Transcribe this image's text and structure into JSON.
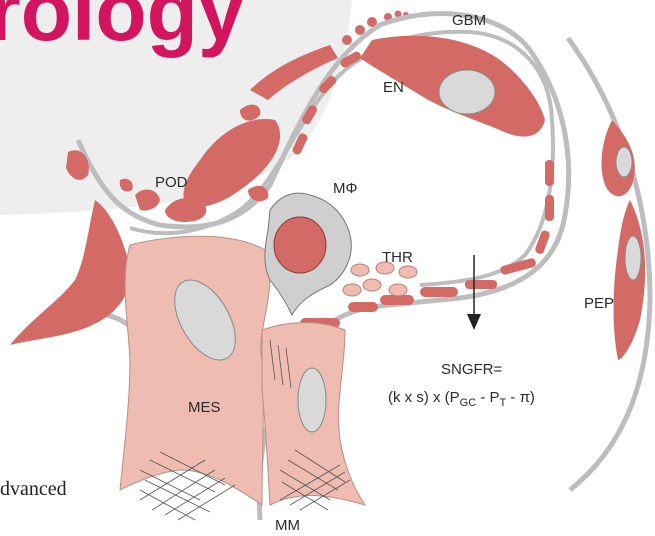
{
  "header_fragment": "rology",
  "side_text_fragment": "dvanced",
  "colors": {
    "header": "#d3145f",
    "cell_dark": "#d46a66",
    "cell_light": "#eebcb1",
    "nucleus": "#d9d9d9",
    "macrophage": "#cfcfcf",
    "membrane": "#bdbdbd",
    "background_panel": "#eeeeee"
  },
  "labels": {
    "gbm": "GBM",
    "en": "EN",
    "pod": "POD",
    "mphi": "MΦ",
    "thr": "THR",
    "pep": "PEP",
    "mes": "MES",
    "mm": "MM"
  },
  "formula": {
    "line1": "SNGFR=",
    "line2_prefix": "(k x s) x (P",
    "sub_gc": "GC",
    "mid": " - P",
    "sub_t": "T",
    "suffix": " - π)"
  }
}
